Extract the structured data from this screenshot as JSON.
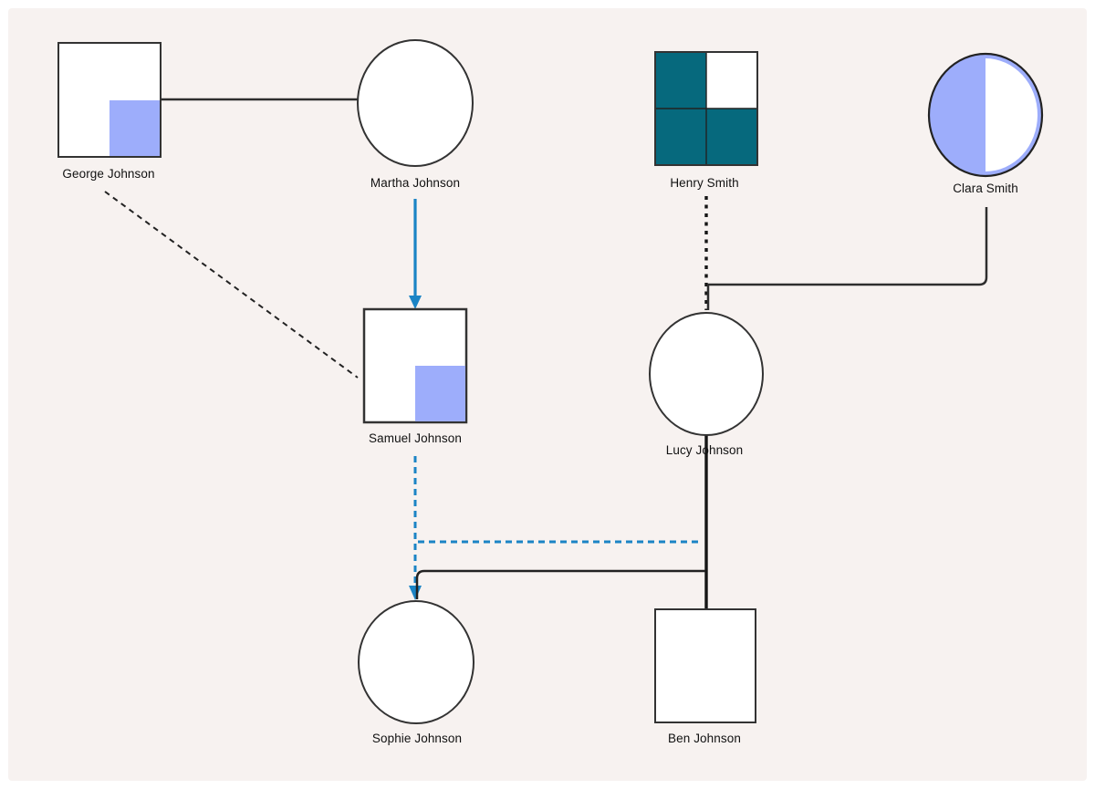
{
  "diagram": {
    "type": "genogram-family-tree",
    "background": "#f7f2f0",
    "colors": {
      "carrier_blue": "#9dadfb",
      "affected_teal": "#06697d",
      "line_dark": "#2e2e2e",
      "line_black": "#161616",
      "accent_blue": "#1b84c5",
      "node_fill": "#ffffff",
      "label_color": "#111111"
    },
    "people": [
      {
        "name": "George Johnson",
        "shape": "square",
        "marker": "bottom-right-quadrant-blue"
      },
      {
        "name": "Martha Johnson",
        "shape": "circle",
        "marker": "none"
      },
      {
        "name": "Henry Smith",
        "shape": "square",
        "marker": "three-quadrants-teal"
      },
      {
        "name": "Clara Smith",
        "shape": "circle",
        "marker": "left-half-blue"
      },
      {
        "name": "Samuel Johnson",
        "shape": "square",
        "marker": "bottom-right-quadrant-blue"
      },
      {
        "name": "Lucy Johnson",
        "shape": "circle",
        "marker": "none"
      },
      {
        "name": "Sophie Johnson",
        "shape": "circle",
        "marker": "none"
      },
      {
        "name": "Ben Johnson",
        "shape": "square",
        "marker": "none"
      }
    ],
    "edges": [
      {
        "from": "George Johnson",
        "to": "Martha Johnson",
        "style": "solid-horizontal-union"
      },
      {
        "from": "George Johnson",
        "to": "Samuel Johnson",
        "style": "black-dashed-diagonal"
      },
      {
        "from": "Martha Johnson",
        "to": "Samuel Johnson",
        "style": "blue-solid-arrow-down"
      },
      {
        "from": "Henry Smith",
        "to": "Lucy Johnson",
        "style": "black-dashed-vertical"
      },
      {
        "from": "Clara Smith",
        "to": "Lucy Johnson",
        "style": "solid-elbow"
      },
      {
        "from": "Samuel Johnson",
        "to": "Sophie Johnson",
        "style": "blue-dashed-arrow-down"
      },
      {
        "from": "Samuel Johnson",
        "to": "Lucy Johnson",
        "style": "blue-dashed-horizontal"
      },
      {
        "from": "Lucy Johnson",
        "to": "Ben Johnson",
        "style": "solid-vertical"
      },
      {
        "from": "Lucy Johnson",
        "to": "Sophie Johnson",
        "style": "solid-elbow-sibling-bar"
      }
    ]
  }
}
